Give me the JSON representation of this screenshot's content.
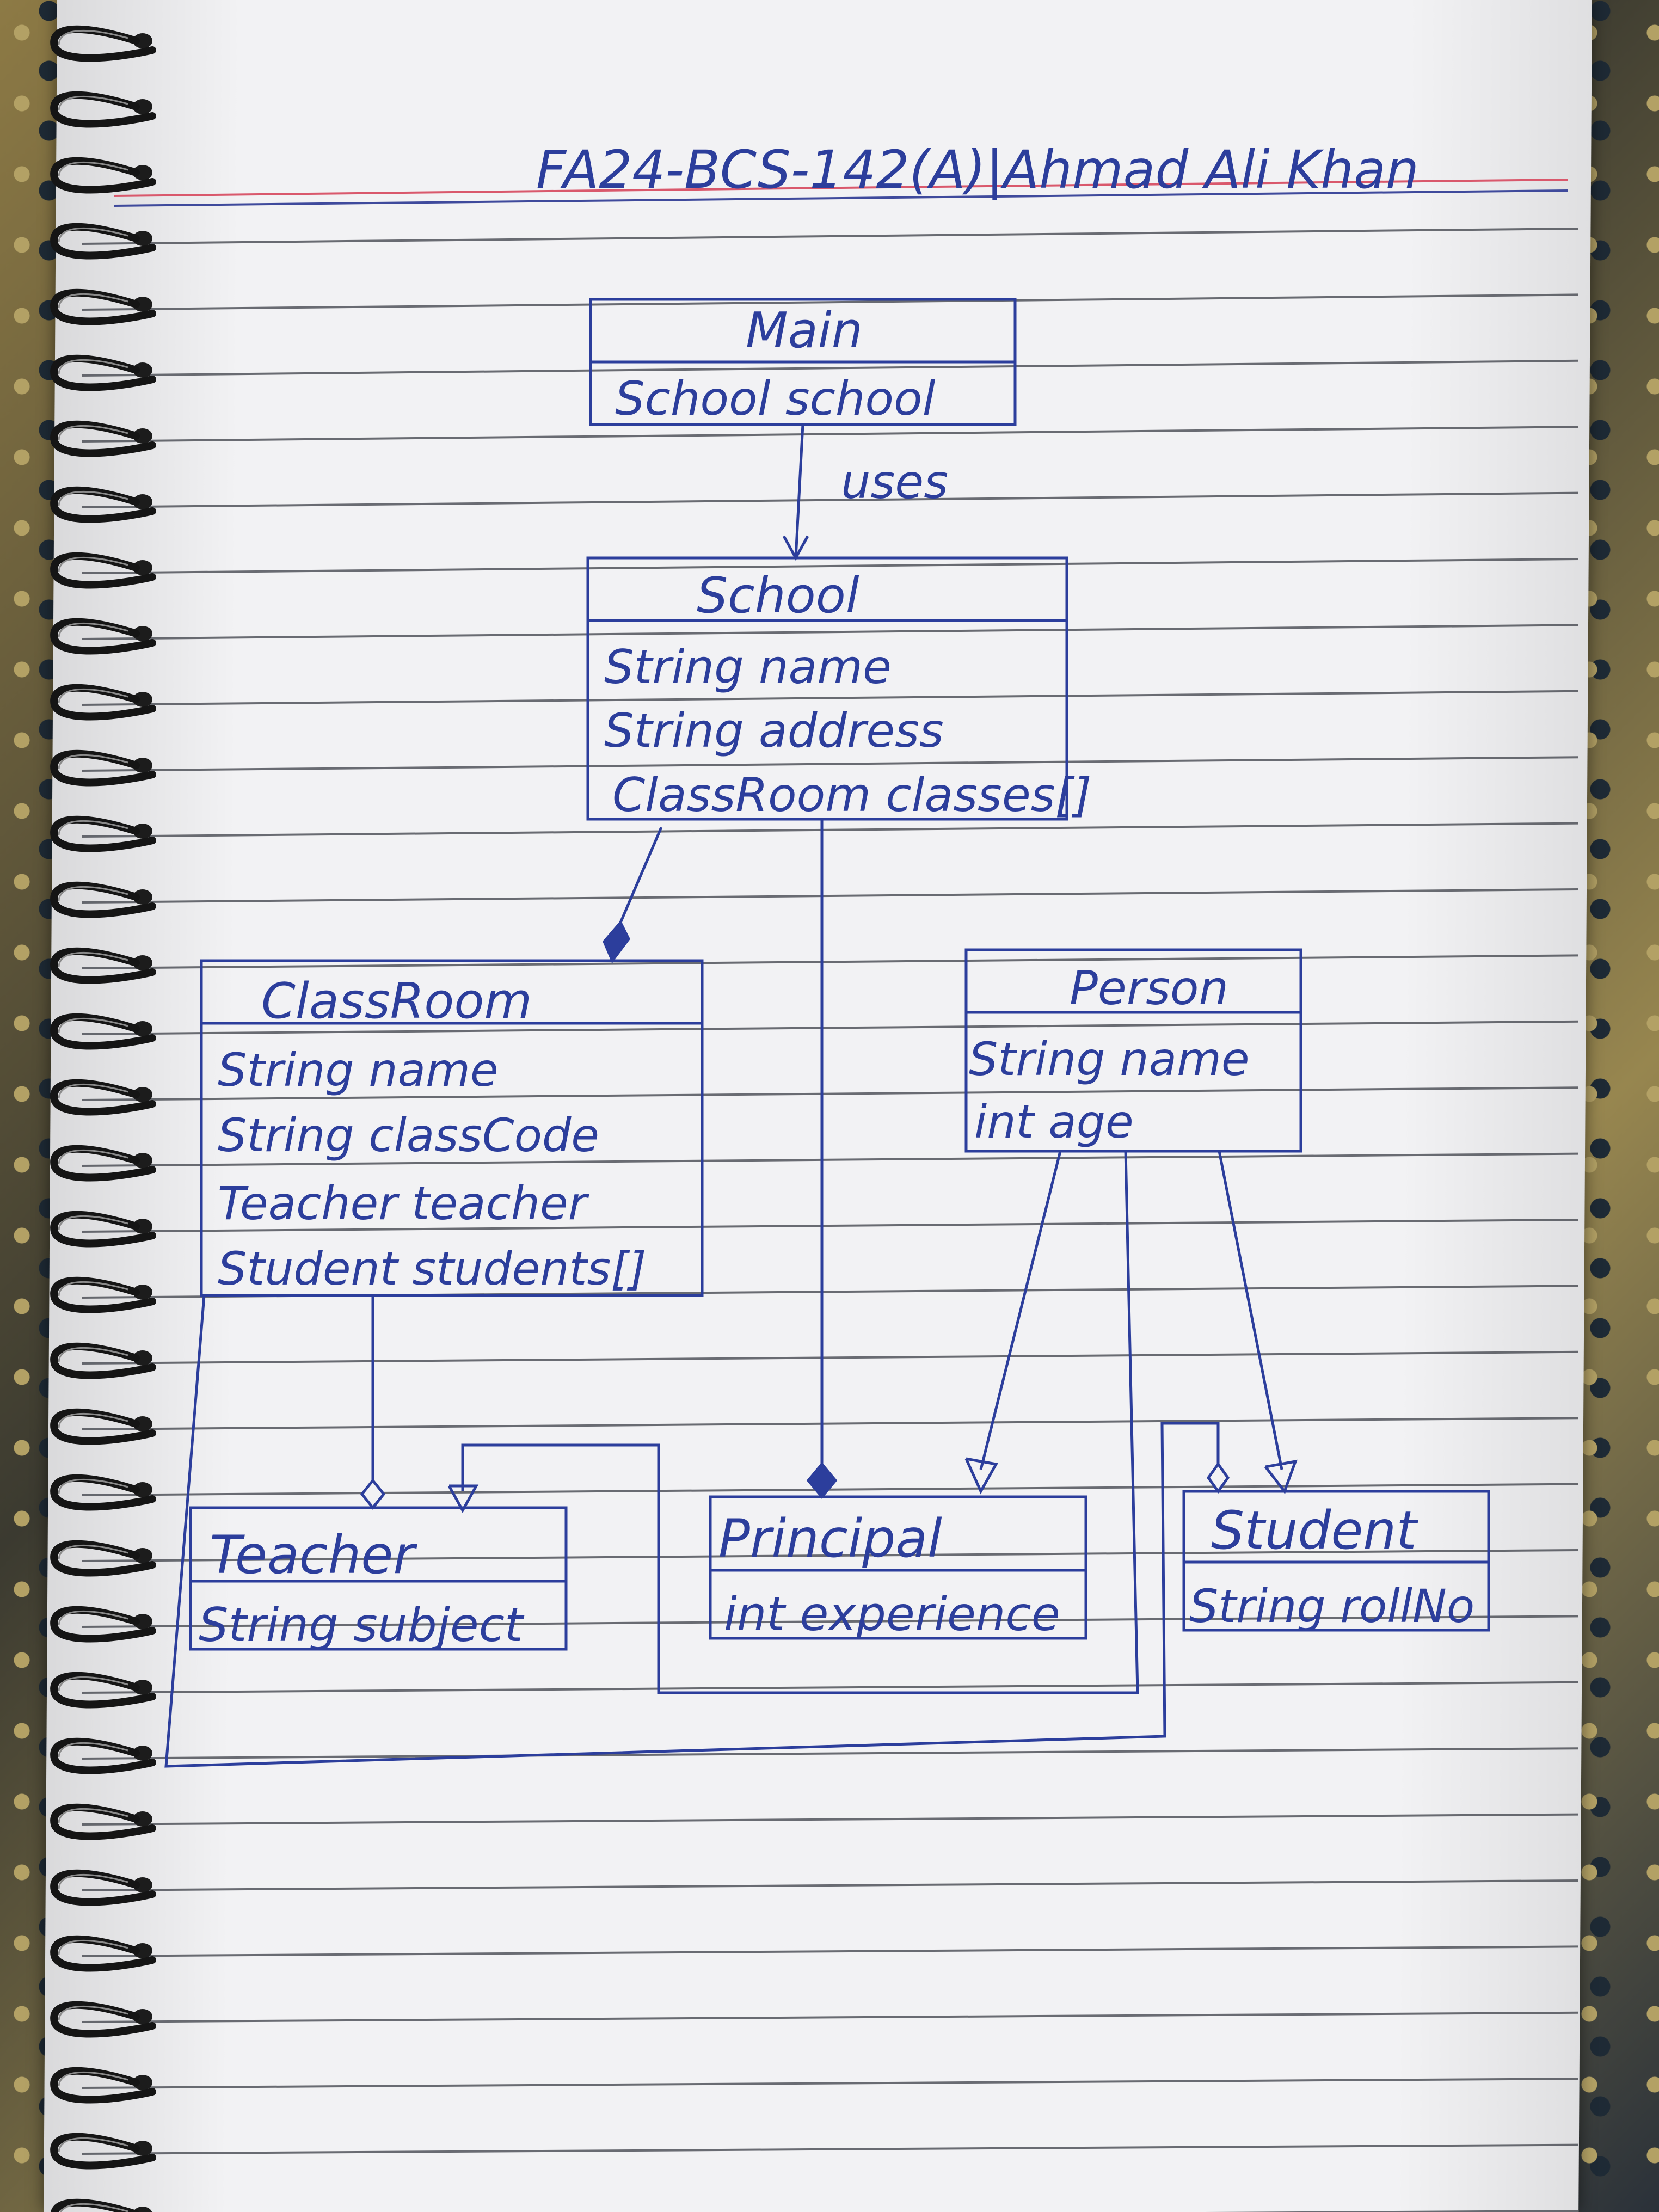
{
  "header": {
    "text": "FA24-BCS-142(A)|Ahmad Ali Khan"
  },
  "classes": {
    "main": {
      "name": "Main",
      "attrs": [
        "School school"
      ]
    },
    "school": {
      "name": "School",
      "attrs": [
        "String name",
        "String address",
        "ClassRoom classes[]"
      ]
    },
    "classroom": {
      "name": "ClassRoom",
      "attrs": [
        "String name",
        "String classCode",
        "Teacher teacher",
        "Student students[]"
      ]
    },
    "person": {
      "name": "Person",
      "attrs": [
        "String name",
        "int age"
      ]
    },
    "teacher": {
      "name": "Teacher",
      "attrs": [
        "String subject"
      ]
    },
    "principal": {
      "name": "Principal",
      "attrs": [
        "int experience"
      ]
    },
    "student": {
      "name": "Student",
      "attrs": [
        "String rollNo"
      ]
    }
  },
  "relations": [
    {
      "from": "Main",
      "to": "School",
      "kind": "dependency",
      "label": "uses"
    },
    {
      "from": "School",
      "to": "ClassRoom",
      "kind": "composition"
    },
    {
      "from": "School",
      "to": "Principal",
      "kind": "composition"
    },
    {
      "from": "ClassRoom",
      "to": "Teacher",
      "kind": "aggregation"
    },
    {
      "from": "ClassRoom",
      "to": "Student",
      "kind": "aggregation"
    },
    {
      "from": "Person",
      "to": "Principal",
      "kind": "generalization"
    },
    {
      "from": "Person",
      "to": "Teacher",
      "kind": "generalization"
    },
    {
      "from": "Person",
      "to": "Student",
      "kind": "generalization"
    }
  ],
  "colors": {
    "ink": "#2c3e9c",
    "paper": "#f2f2f4",
    "rule": "#3c3f47",
    "margin": "#d9586c"
  }
}
